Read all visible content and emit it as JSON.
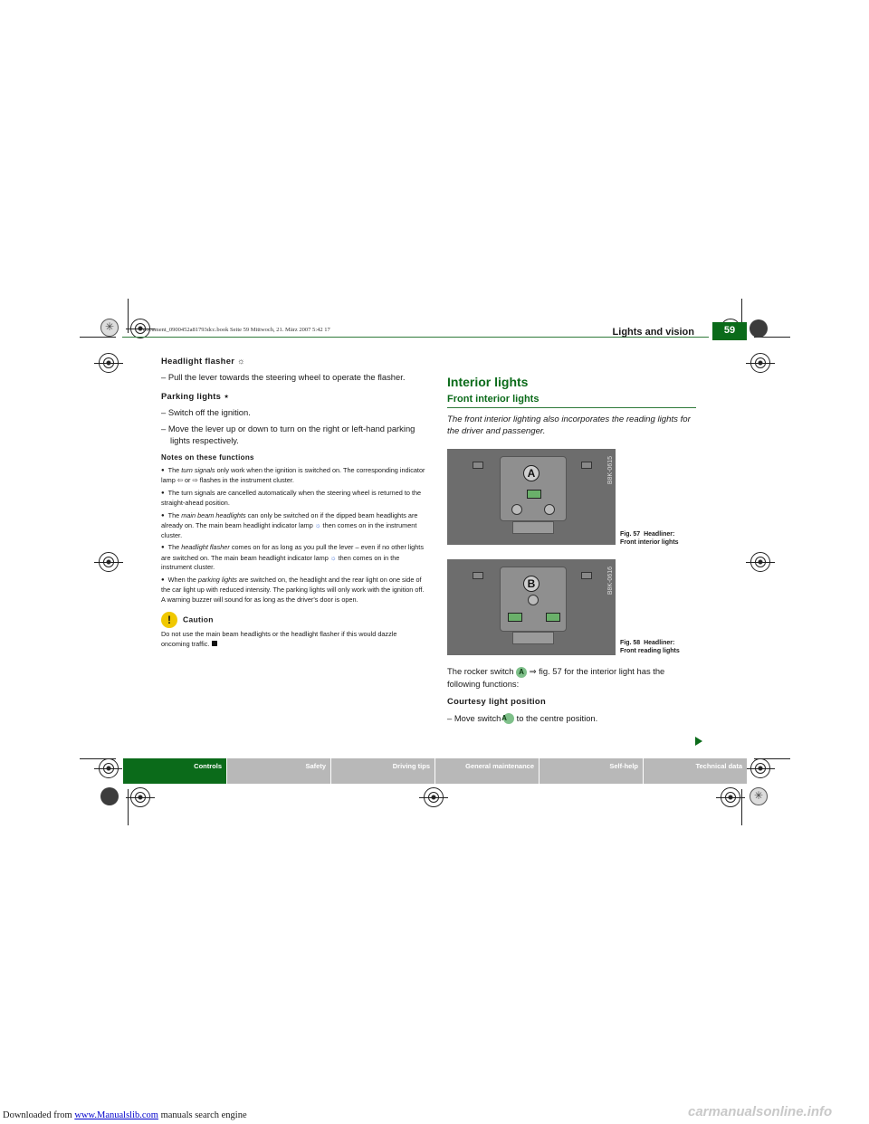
{
  "top_line": {
    "prefix": "Downloaded from ",
    "link": "www.Manualslib.com",
    "suffix": " manuals search engine"
  },
  "bottom_right_logo": "carmanualsonline.info",
  "file_stamp": "document_0900452a81793dcc.book  Seite 59  Mittwoch, 21. März 2007  5:42 17",
  "header": {
    "section": "Lights and vision",
    "page": "59"
  },
  "left": {
    "flasher_heading": "Headlight flasher",
    "flasher_step": "– Pull the lever towards the steering wheel to operate the flasher.",
    "parking_heading": "Parking lights",
    "parking_step1": "– Switch off the ignition.",
    "parking_step2": "– Move the lever up or down to turn on the right or left-hand parking lights respectively.",
    "notes_heading": "Notes on these functions",
    "b1_a": "The ",
    "b1_em": "turn signals",
    "b1_b": " only work when the ignition is switched on. The corresponding indicator lamp ",
    "b1_or": " or ",
    "b1_c": " flashes in the instrument cluster.",
    "b2": "The turn signals are cancelled automatically when the steering wheel is returned to the straight-ahead position.",
    "b3_a": "The ",
    "b3_em": "main beam headlights",
    "b3_b": " can only be switched on if the dipped beam headlights are already on. The main beam headlight indicator lamp ",
    "b3_c": " then comes on in the instrument cluster.",
    "b4_a": "The ",
    "b4_em": "headlight flasher",
    "b4_b": " comes on for as long as you pull the lever – even if no other lights are switched on. The main beam headlight indicator lamp ",
    "b4_c": " then comes on in the instrument cluster.",
    "b5_a": "When the ",
    "b5_em": "parking lights",
    "b5_b": " are switched on, the headlight and the rear light on one side of the car light up with reduced intensity. The parking lights will only work with the ignition off. A warning buzzer will sound for as long as the driver's door is open.",
    "caution_title": "Caution",
    "caution_text": "Do not use the main beam headlights or the headlight flasher if this would dazzle oncoming traffic."
  },
  "right": {
    "title": "Interior lights",
    "subtitle": "Front interior lights",
    "intro": "The front interior lighting also incorporates the reading lights for the driver and passenger.",
    "fig57_label": "A",
    "fig57_code": "B8K-0615",
    "fig57_caption_num": "Fig. 57",
    "fig57_caption": "Headliner: Front interior lights",
    "fig58_label": "B",
    "fig58_code": "B8K-0616",
    "fig58_caption_num": "Fig. 58",
    "fig58_caption": "Headliner: Front reading lights",
    "rocker_a": "The rocker switch ",
    "rocker_ref": "A",
    "rocker_b": " ⇒ fig. 57 for the interior light has the following functions:",
    "courtesy_heading": "Courtesy light position",
    "courtesy_a": "– Move switch ",
    "courtesy_ref": "A",
    "courtesy_b": " to the centre position."
  },
  "tabs": [
    {
      "label": "Controls",
      "active": true
    },
    {
      "label": "Safety",
      "active": false
    },
    {
      "label": "Driving tips",
      "active": false
    },
    {
      "label": "General maintenance",
      "active": false
    },
    {
      "label": "Self-help",
      "active": false
    },
    {
      "label": "Technical data",
      "active": false
    }
  ],
  "colors": {
    "accent_green": "#0b6b1a",
    "tab_gray": "#b8b8b8",
    "caution_yellow": "#f0c800"
  }
}
